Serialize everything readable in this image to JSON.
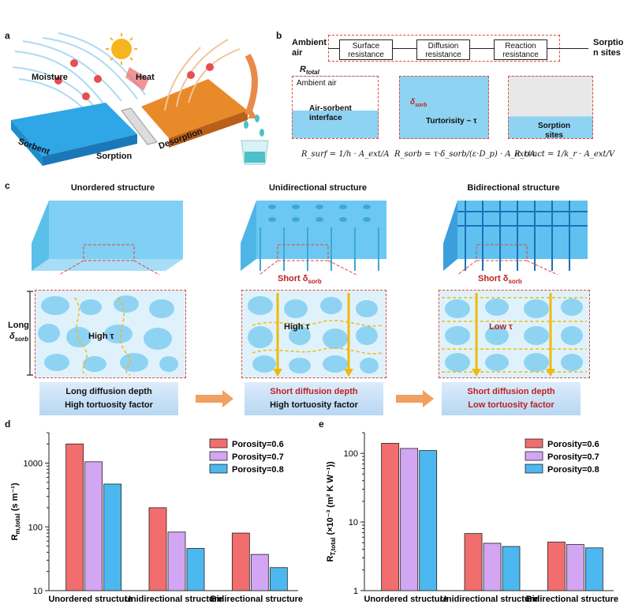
{
  "panel_a": {
    "label": "a",
    "moisture": "Moisture",
    "heat": "Heat",
    "sorbent": "Sorbent",
    "sorption": "Sorption",
    "desorption": "Desorption"
  },
  "panel_b": {
    "label": "b",
    "ambient_air": "Ambient\nair",
    "sorption_sites": "Sorptio\nn sites",
    "surface_res": "Surface\nresistance",
    "diffusion_res": "Diffusion\nresistance",
    "reaction_res": "Reaction\nresistance",
    "r_total": "R",
    "r_total_sub": "total",
    "box1_ambient": "Ambient air",
    "box1_interface": "Air-sorbent\ninterface",
    "box2_delta": "δ",
    "box2_delta_sub": "sorb",
    "box2_tortuosity": "Turtorisity ~ τ",
    "box3_sites": "Sorption\nsites",
    "formula_surf": "R_surf = 1/h · A_ext/A",
    "formula_sorb": "R_sorb = τ·δ_sorb/(ε·D_p) · A_ext/A",
    "formula_react": "R_react = 1/k_r · A_ext/V"
  },
  "panel_c": {
    "label": "c",
    "titles": [
      "Unordered structure",
      "Unidirectional structure",
      "Bidirectional structure"
    ],
    "long": "Long",
    "delta": "δ",
    "delta_sub": "sorb",
    "short": "Short δ",
    "short_sub": "sorb",
    "high_tau": "High τ",
    "low_tau": "Low τ",
    "captions": [
      [
        "Long diffusion depth",
        "High tortuosity factor"
      ],
      [
        "Short diffusion depth",
        "High tortuosity factor"
      ],
      [
        "Short diffusion depth",
        "Low tortuosity factor"
      ]
    ]
  },
  "colors": {
    "series": [
      "#f26d6d",
      "#d2a6f3",
      "#4db8ef"
    ],
    "accent_red": "#c0201f",
    "sorbent_blue": "#5ec4f0",
    "arrow_yellow": "#f0b90c"
  },
  "chart_data": [
    {
      "label": "d",
      "type": "bar",
      "scale": "log",
      "categories": [
        "Unordered structure",
        "Unidirectional structure",
        "Bidirectional structure"
      ],
      "series": [
        {
          "name": "Porosity=0.6",
          "values": [
            2000,
            200,
            80
          ]
        },
        {
          "name": "Porosity=0.7",
          "values": [
            1050,
            83,
            37
          ]
        },
        {
          "name": "Porosity=0.8",
          "values": [
            470,
            46,
            23
          ]
        }
      ],
      "ylabel": "R",
      "ylabel_sub": "m,total",
      "ylabel_unit": " (s m⁻¹)",
      "ylim": [
        10,
        3000
      ],
      "yticks": [
        10,
        100,
        1000
      ],
      "yticklabels": [
        "10",
        "100",
        "1000"
      ],
      "legend": "top-right"
    },
    {
      "label": "e",
      "type": "bar",
      "scale": "log",
      "categories": [
        "Unordered structure",
        "Unidirectional structure",
        "Bidirectional structure"
      ],
      "series": [
        {
          "name": "Porosity=0.6",
          "values": [
            140,
            6.8,
            5.1
          ]
        },
        {
          "name": "Porosity=0.7",
          "values": [
            118,
            4.9,
            4.7
          ]
        },
        {
          "name": "Porosity=0.8",
          "values": [
            110,
            4.4,
            4.2
          ]
        }
      ],
      "ylabel": "R",
      "ylabel_sub": "T,total",
      "ylabel_unit": " (×10⁻³ (m² K W⁻¹))",
      "ylim": [
        1,
        200
      ],
      "yticks": [
        1,
        10,
        100
      ],
      "yticklabels": [
        "1",
        "10",
        "100"
      ],
      "legend": "top-right"
    }
  ]
}
